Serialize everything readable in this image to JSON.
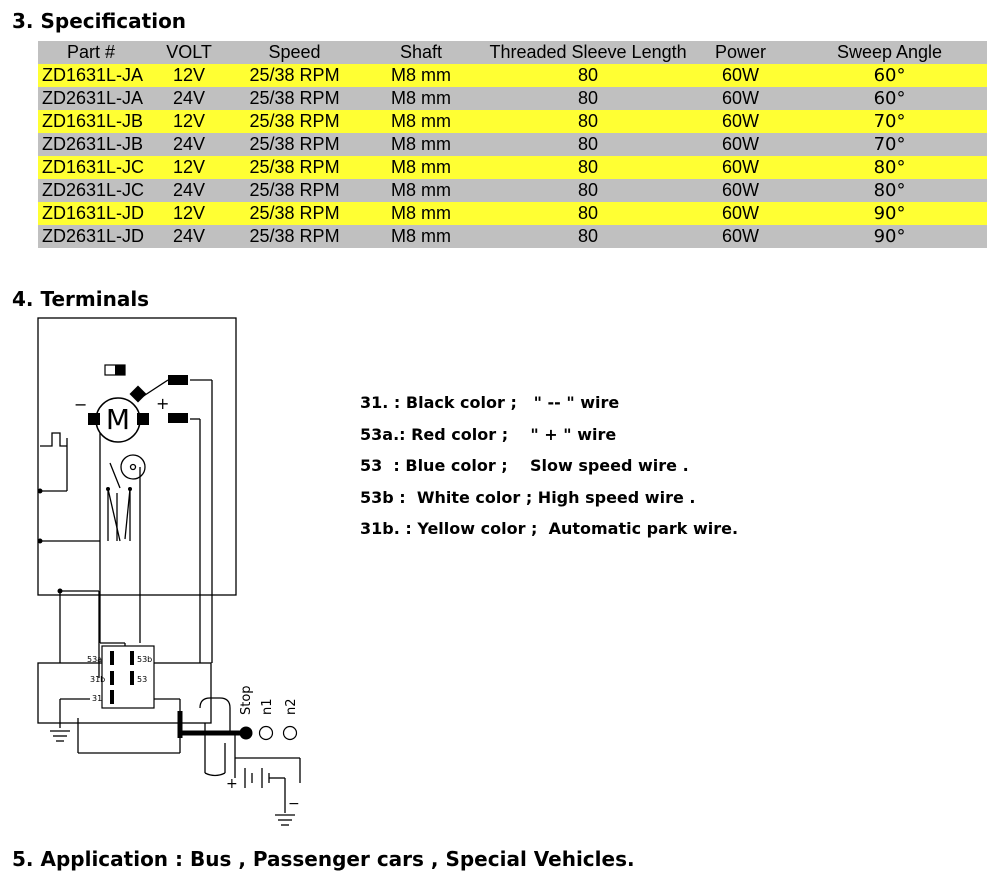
{
  "specification": {
    "heading": "3. Specification",
    "columns": [
      "Part #",
      "VOLT",
      "Speed",
      "Shaft",
      "Threaded Sleeve Length",
      "Power",
      "Sweep Angle"
    ],
    "rows": [
      [
        "ZD1631L-JA",
        "12V",
        "25/38 RPM",
        "M8 mm",
        "80",
        "60W",
        "60°"
      ],
      [
        "ZD2631L-JA",
        "24V",
        "25/38 RPM",
        "M8 mm",
        "80",
        "60W",
        "60°"
      ],
      [
        "ZD1631L-JB",
        "12V",
        "25/38 RPM",
        "M8 mm",
        "80",
        "60W",
        "70°"
      ],
      [
        "ZD2631L-JB",
        "24V",
        "25/38 RPM",
        "M8 mm",
        "80",
        "60W",
        "70°"
      ],
      [
        "ZD1631L-JC",
        "12V",
        "25/38 RPM",
        "M8 mm",
        "80",
        "60W",
        "80°"
      ],
      [
        "ZD2631L-JC",
        "24V",
        "25/38 RPM",
        "M8 mm",
        "80",
        "60W",
        "80°"
      ],
      [
        "ZD1631L-JD",
        "12V",
        "25/38 RPM",
        "M8 mm",
        "80",
        "60W",
        "90°"
      ],
      [
        "ZD2631L-JD",
        "24V",
        "25/38 RPM",
        "M8 mm",
        "80",
        "60W",
        "90°"
      ]
    ],
    "row_colors": {
      "highlight": "#ffff33",
      "alternate": "#c0c0c0",
      "header": "#c0c0c0"
    }
  },
  "terminals": {
    "heading": "4. Terminals",
    "descriptions": [
      "31. : Black color ;   \" -- \" wire",
      "53a.: Red color ;    \" + \" wire",
      "53  : Blue color ;    Slow speed wire .",
      "53b :  White color ; High speed wire .",
      "31b. : Yellow color ;  Automatic park wire."
    ],
    "diagram": {
      "motor_symbol": "M",
      "minus_sign": "−",
      "plus_sign": "+",
      "battery_plus": "+",
      "battery_minus": "−",
      "terminal_labels": {
        "t53a": "53a",
        "t31b": "31b",
        "t31": "31",
        "t53b": "53b",
        "t53": "53"
      },
      "switch_labels": {
        "stop": "Stop",
        "n1": "n1",
        "n2": "n2"
      }
    }
  },
  "application": {
    "heading": "5. Application : Bus , Passenger cars , Special Vehicles."
  }
}
